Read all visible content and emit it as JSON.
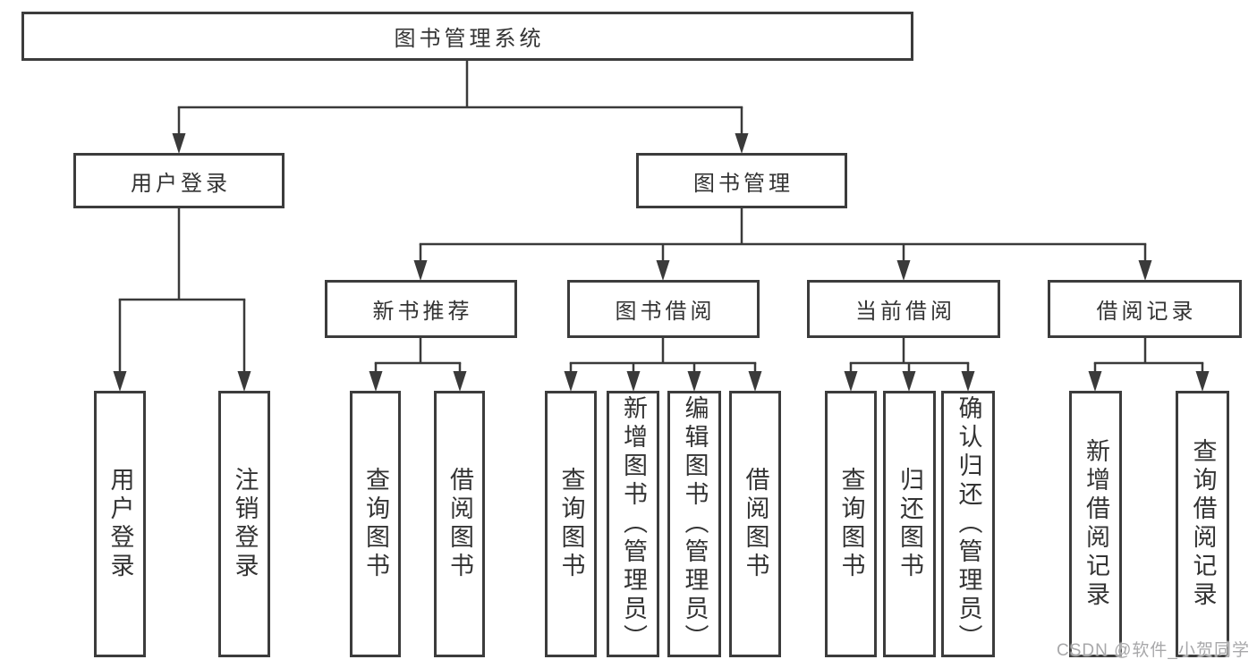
{
  "diagram": {
    "root": {
      "label": "图书管理系统"
    },
    "branches": [
      {
        "label": "用户登录",
        "children": [
          {
            "label": "用户登录"
          },
          {
            "label": "注销登录"
          }
        ]
      },
      {
        "label": "图书管理",
        "sections": [
          {
            "label": "新书推荐",
            "children": [
              {
                "label": "查询图书"
              },
              {
                "label": "借阅图书"
              }
            ]
          },
          {
            "label": "图书借阅",
            "children": [
              {
                "label": "查询图书"
              },
              {
                "label": "新增图书（管理员）"
              },
              {
                "label": "编辑图书（管理员）"
              },
              {
                "label": "借阅图书"
              }
            ]
          },
          {
            "label": "当前借阅",
            "children": [
              {
                "label": "查询图书"
              },
              {
                "label": "归还图书"
              },
              {
                "label": "确认归还（管理员）"
              }
            ]
          },
          {
            "label": "借阅记录",
            "children": [
              {
                "label": "新增借阅记录"
              },
              {
                "label": "查询借阅记录"
              }
            ]
          }
        ]
      }
    ],
    "watermark": "CSDN @软件_小贺同学",
    "colors": {
      "line": "#3a3a3a",
      "border": "#3c3c3c",
      "text": "#333333",
      "background": "#ffffff",
      "watermark": "#a8a8aa"
    }
  }
}
